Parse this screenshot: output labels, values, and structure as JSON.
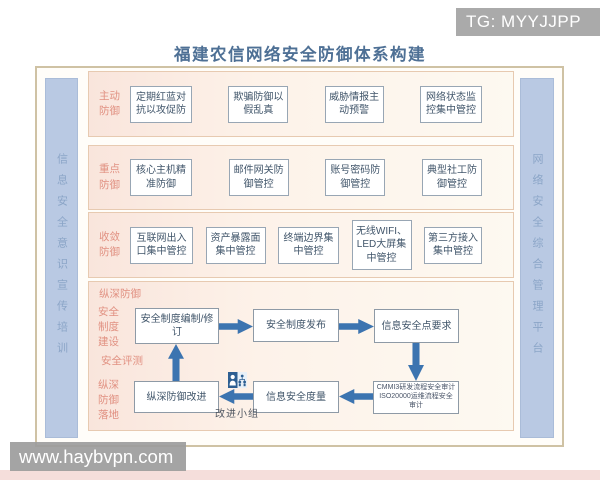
{
  "watermark_top": "TG: MYYJJPP",
  "watermark_bottom": "www.haybvpn.com",
  "title": "福建农信网络安全防御体系构建",
  "sidebars": {
    "left": "信息安全意识宣传培训",
    "right": "网络安全综合管理平台"
  },
  "defense_rows": [
    {
      "label": "主动防御",
      "boxes": [
        "定期红蓝对抗以攻促防",
        "欺骗防御以假乱真",
        "威胁情报主动预警",
        "网络状态监控集中管控"
      ]
    },
    {
      "label": "重点防御",
      "boxes": [
        "核心主机精准防御",
        "邮件网关防御管控",
        "账号密码防御管控",
        "典型社工防御管控"
      ]
    },
    {
      "label": "收敛防御",
      "boxes": [
        "互联网出入口集中管控",
        "资产暴露面集中管控",
        "终端边界集中管控",
        "无线WIFI、LED大屏集中管控",
        "第三方接入集中管控"
      ]
    }
  ],
  "deep_defense": {
    "panel_label": "纵深防御",
    "stage_labels": {
      "build": "安全制度建设",
      "evaluate": "安全评测",
      "implement": "纵深防御落地"
    },
    "flow": {
      "draft": "安全制度编制/修订",
      "publish": "安全制度发布",
      "requirements": "信息安全点要求",
      "audit": "CMMI3研发流程安全审计ISO20000运维流程安全审计",
      "measure": "信息安全度量",
      "improve": "纵深防御改进",
      "team": "改进小组"
    }
  },
  "colors": {
    "arrow_blue": "#3c74b0",
    "row_label_pink": "#e19182",
    "panel_border": "#e7cab1",
    "panel_bg": "#fdf2e9",
    "sidebar_bg": "#b9c9e3",
    "sidebar_text": "#8ba5c7",
    "frame_border": "#cfc2a4",
    "title_blue": "#4e7095",
    "watermark_gray": "#9e9e9e"
  }
}
